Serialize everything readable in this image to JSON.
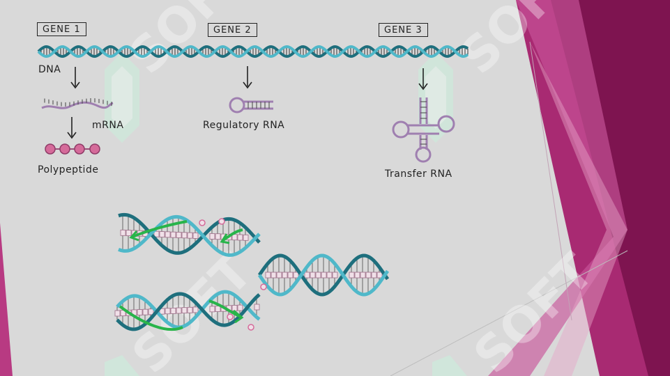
{
  "diagram": {
    "genes": [
      "GENE 1",
      "GENE 2",
      "GENE 3"
    ],
    "labels": {
      "dna": "DNA",
      "mrna": "mRNA",
      "polypeptide": "Polypeptide",
      "regulatory_rna": "Regulatory RNA",
      "transfer_rna": "Transfer RNA"
    },
    "watermark": "SOFT"
  },
  "colors": {
    "background": "#d9d9d9",
    "dna_light": "#4fb8c9",
    "dna_dark": "#1e6f7d",
    "rna_purple": "#9f7fb0",
    "bead_pink": "#d56b9a",
    "new_strand_green": "#28b44a",
    "accent_magenta": "#9c1c66"
  }
}
